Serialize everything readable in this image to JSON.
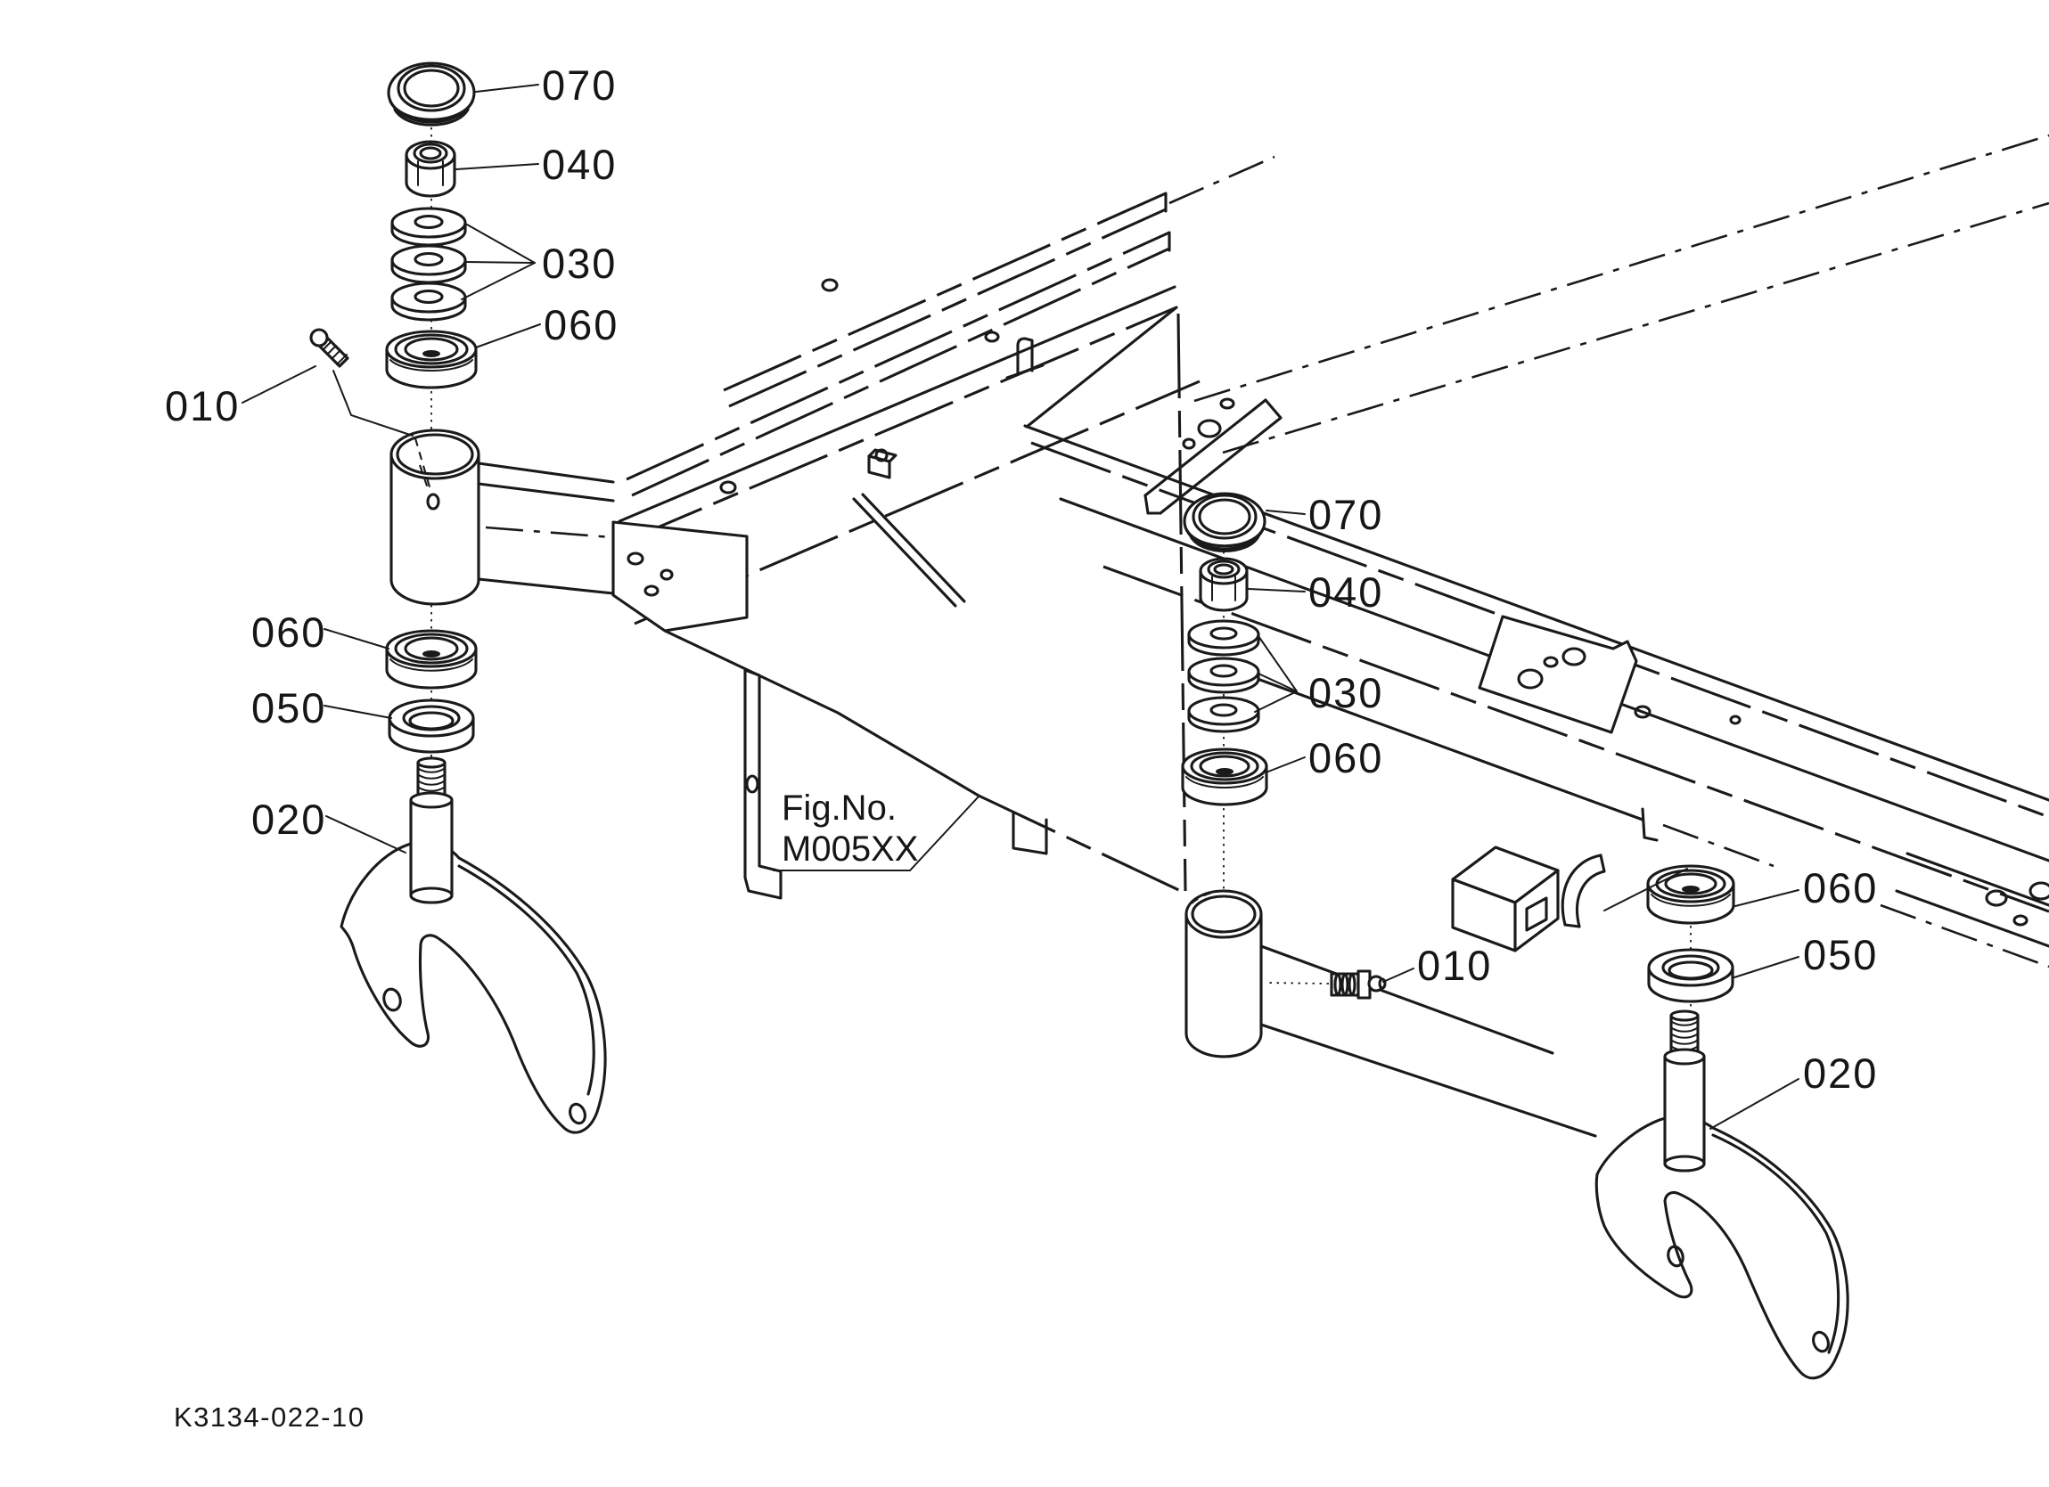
{
  "colors": {
    "line": "#1a1a1a",
    "background": "#ffffff"
  },
  "figure_note": {
    "label": "Fig.No.",
    "value": "M005XX"
  },
  "drawing_code": "K3134-022-10",
  "callouts": [
    {
      "id": "left-070",
      "text": "070"
    },
    {
      "id": "left-040",
      "text": "040"
    },
    {
      "id": "left-030",
      "text": "030"
    },
    {
      "id": "left-060-upper",
      "text": "060"
    },
    {
      "id": "left-010",
      "text": "010"
    },
    {
      "id": "left-060-lower",
      "text": "060"
    },
    {
      "id": "left-050",
      "text": "050"
    },
    {
      "id": "left-020",
      "text": "020"
    },
    {
      "id": "right-070",
      "text": "070"
    },
    {
      "id": "right-040",
      "text": "040"
    },
    {
      "id": "right-030",
      "text": "030"
    },
    {
      "id": "right-060-upper",
      "text": "060"
    },
    {
      "id": "right-010",
      "text": "010"
    },
    {
      "id": "right-060-lower",
      "text": "060"
    },
    {
      "id": "right-050",
      "text": "050"
    },
    {
      "id": "right-020",
      "text": "020"
    }
  ]
}
